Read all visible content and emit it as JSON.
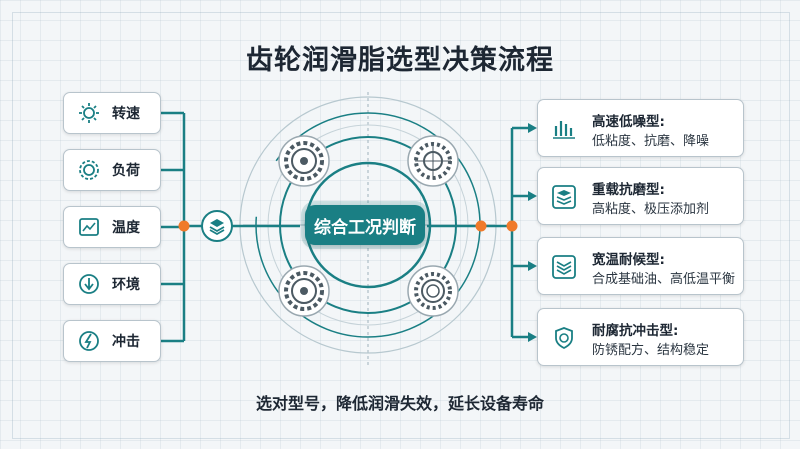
{
  "title": "齿轮润滑脂选型决策流程",
  "center": "综合工况判断",
  "factors": [
    {
      "label": "转速",
      "icon": "speed-icon"
    },
    {
      "label": "负荷",
      "icon": "load-icon"
    },
    {
      "label": "温度",
      "icon": "temperature-icon"
    },
    {
      "label": "环境",
      "icon": "environment-icon"
    },
    {
      "label": "冲击",
      "icon": "impact-icon"
    }
  ],
  "types": [
    {
      "name": "高速低噪型:",
      "desc": "低粘度、抗磨、降噪",
      "icon": "bars-icon"
    },
    {
      "name": "重载抗磨型:",
      "desc": "高粘度、极压添加剂",
      "icon": "layers-icon"
    },
    {
      "name": "宽温耐候型:",
      "desc": "合成基础油、高低温平衡",
      "icon": "stack-icon"
    },
    {
      "name": "耐腐抗冲击型:",
      "desc": "防锈配方、结构稳定",
      "icon": "shield-icon"
    }
  ],
  "footer": "选对型号，降低润滑失效，延长设备寿命",
  "colors": {
    "accent": "#1a7f84",
    "node": "#f07a2a",
    "text": "#1d2733"
  }
}
